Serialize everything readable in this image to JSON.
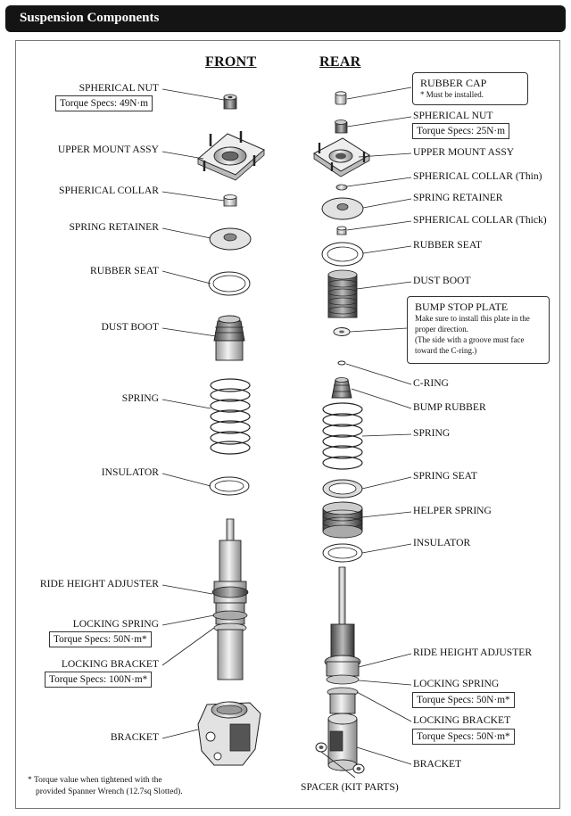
{
  "header": {
    "title": "Suspension Components"
  },
  "columns": {
    "front": "FRONT",
    "rear": "REAR"
  },
  "front": {
    "spherical_nut": "SPHERICAL NUT",
    "spherical_nut_torque": "Torque Specs: 49N·m",
    "upper_mount": "UPPER MOUNT ASSY",
    "spherical_collar": "SPHERICAL COLLAR",
    "spring_retainer": "SPRING RETAINER",
    "rubber_seat": "RUBBER SEAT",
    "dust_boot": "DUST BOOT",
    "spring": "SPRING",
    "insulator": "INSULATOR",
    "ride_height_adjuster": "RIDE HEIGHT ADJUSTER",
    "locking_spring": "LOCKING SPRING",
    "locking_spring_torque": "Torque Specs: 50N·m*",
    "locking_bracket": "LOCKING BRACKET",
    "locking_bracket_torque": "Torque Specs: 100N·m*",
    "bracket": "BRACKET"
  },
  "rear": {
    "rubber_cap": "RUBBER CAP",
    "rubber_cap_note": "* Must be installed.",
    "spherical_nut": "SPHERICAL NUT",
    "spherical_nut_torque": "Torque Specs: 25N·m",
    "upper_mount": "UPPER MOUNT ASSY",
    "spherical_collar_thin": "SPHERICAL COLLAR (Thin)",
    "spring_retainer": "SPRING RETAINER",
    "spherical_collar_thick": "SPHERICAL COLLAR (Thick)",
    "rubber_seat": "RUBBER SEAT",
    "dust_boot": "DUST BOOT",
    "bump_stop_plate": "BUMP STOP PLATE",
    "bump_stop_note1": "Make sure to install this plate in the",
    "bump_stop_note2": "proper direction.",
    "bump_stop_note3": "(The side with a groove must face",
    "bump_stop_note4": "toward the C-ring.)",
    "c_ring": "C-RING",
    "bump_rubber": "BUMP RUBBER",
    "spring": "SPRING",
    "spring_seat": "SPRING SEAT",
    "helper_spring": "HELPER SPRING",
    "insulator": "INSULATOR",
    "ride_height_adjuster": "RIDE HEIGHT ADJUSTER",
    "locking_spring": "LOCKING SPRING",
    "locking_spring_torque": "Torque Specs: 50N·m*",
    "locking_bracket": "LOCKING BRACKET",
    "locking_bracket_torque": "Torque Specs: 50N·m*",
    "bracket": "BRACKET",
    "spacer": "SPACER (KIT PARTS)"
  },
  "footnote": {
    "line1": "* Torque value when tightened with the",
    "line2": "provided Spanner Wrench (12.7sq Slotted)."
  },
  "colors": {
    "header_bg": "#141414",
    "line": "#222222",
    "part_fill": "#e6e6e6"
  }
}
